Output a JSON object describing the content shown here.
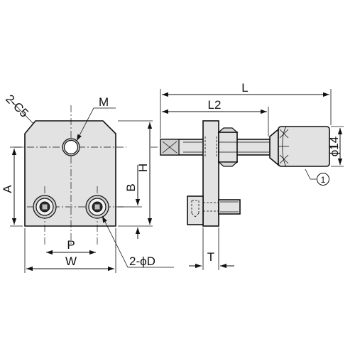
{
  "labels": {
    "chamfer": "2-C5",
    "thread": "M",
    "dim_a": "A",
    "dim_h": "H",
    "dim_b": "B",
    "dim_p": "P",
    "dim_w": "W",
    "dim_d": "2-ϕD",
    "dim_l": "L",
    "dim_l2": "L2",
    "dim_t": "T",
    "dim_dia": "ϕ14",
    "callout": "1"
  }
}
